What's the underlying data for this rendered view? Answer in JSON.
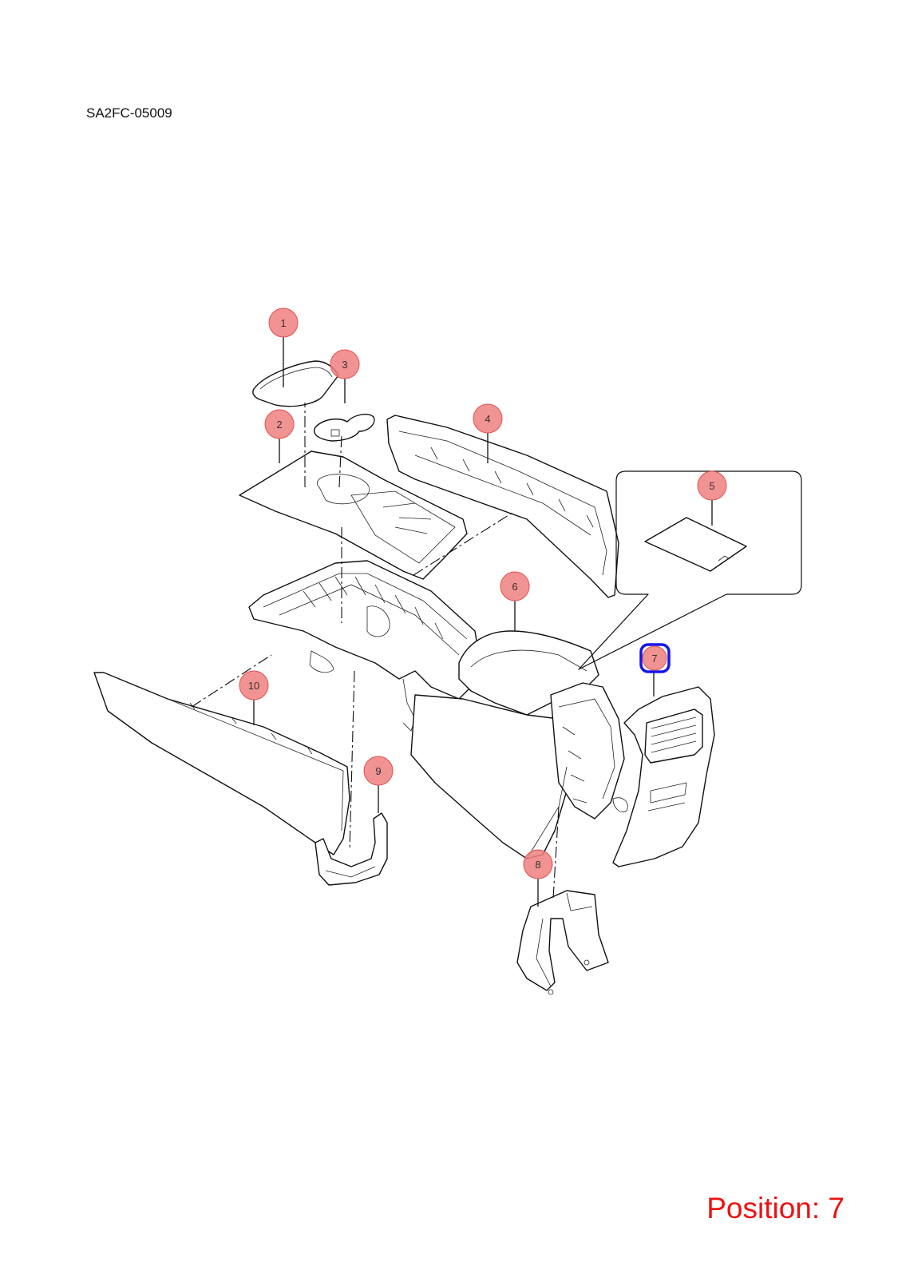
{
  "header": {
    "doc_code": "SA2FC-05009"
  },
  "footer": {
    "position_label": "Position: 7"
  },
  "callouts": [
    {
      "label": "1"
    },
    {
      "label": "2"
    },
    {
      "label": "3"
    },
    {
      "label": "4"
    },
    {
      "label": "5"
    },
    {
      "label": "6"
    },
    {
      "label": "7"
    },
    {
      "label": "8"
    },
    {
      "label": "9"
    },
    {
      "label": "10"
    }
  ],
  "selected_callout": "7",
  "colors": {
    "callout_fill": "#f08080",
    "selection": "#1515ee",
    "position_text": "#ee1111"
  }
}
